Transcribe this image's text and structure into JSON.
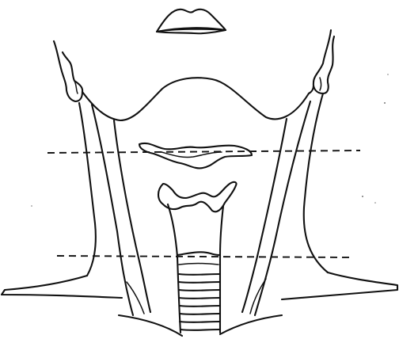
{
  "diagram": {
    "kind": "line-drawing",
    "subject": "anterior-neck",
    "line_color": "#111111",
    "background_color": "#ffffff",
    "reference_lines": {
      "count": 2,
      "style": "dashed"
    },
    "tracheal_rings": 8
  }
}
